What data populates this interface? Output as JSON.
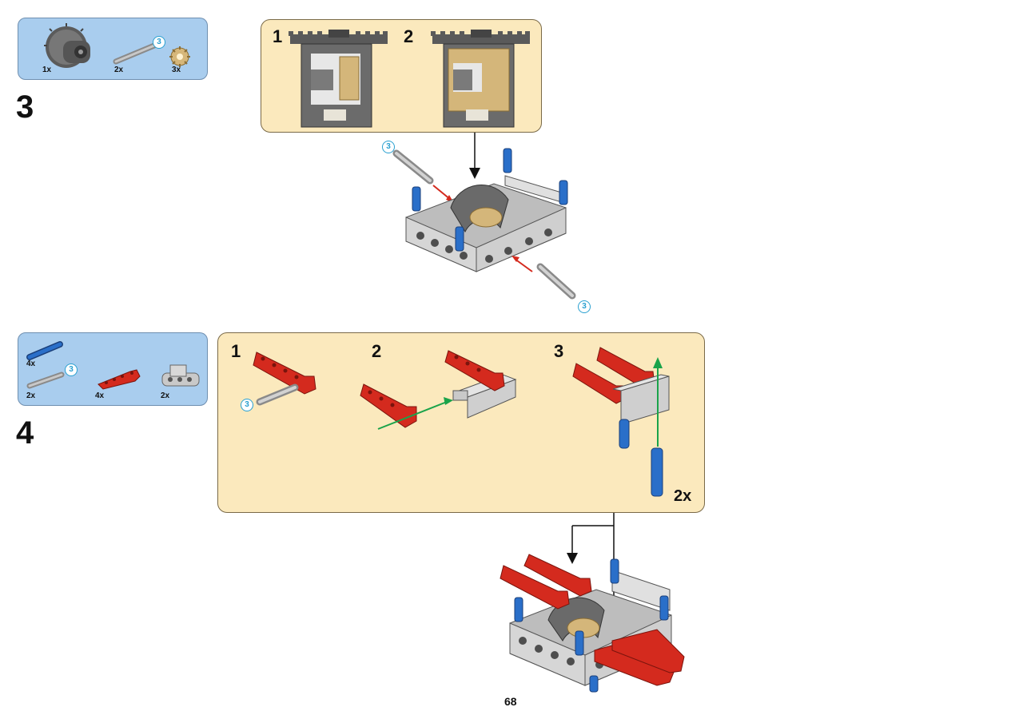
{
  "page_number": "68",
  "steps": [
    {
      "number": "3",
      "parts": [
        {
          "name": "differential",
          "qty": "1x"
        },
        {
          "name": "axle",
          "qty": "2x",
          "length": "3"
        },
        {
          "name": "bevel-gear",
          "qty": "3x"
        }
      ],
      "substeps": [
        "1",
        "2"
      ],
      "axle_callouts": [
        "3",
        "3"
      ]
    },
    {
      "number": "4",
      "parts": [
        {
          "name": "blue-pin",
          "qty": "4x"
        },
        {
          "name": "axle",
          "qty": "2x",
          "length": "3"
        },
        {
          "name": "red-beam",
          "qty": "4x"
        },
        {
          "name": "gray-connector",
          "qty": "2x"
        }
      ],
      "substeps": [
        "1",
        "2",
        "3"
      ],
      "axle_callout": "3",
      "multiplier": "2x"
    }
  ],
  "colors": {
    "parts_box": "#a9cdee",
    "substep_box": "#fbe9bd",
    "lego_red": "#d42a1e",
    "lego_blue": "#2a6fc9",
    "light_gray": "#c9c9c9",
    "dark_gray": "#666666",
    "tan": "#d9c08a",
    "arrow_green": "#1aa34a",
    "arrow_red": "#d42a1e"
  }
}
